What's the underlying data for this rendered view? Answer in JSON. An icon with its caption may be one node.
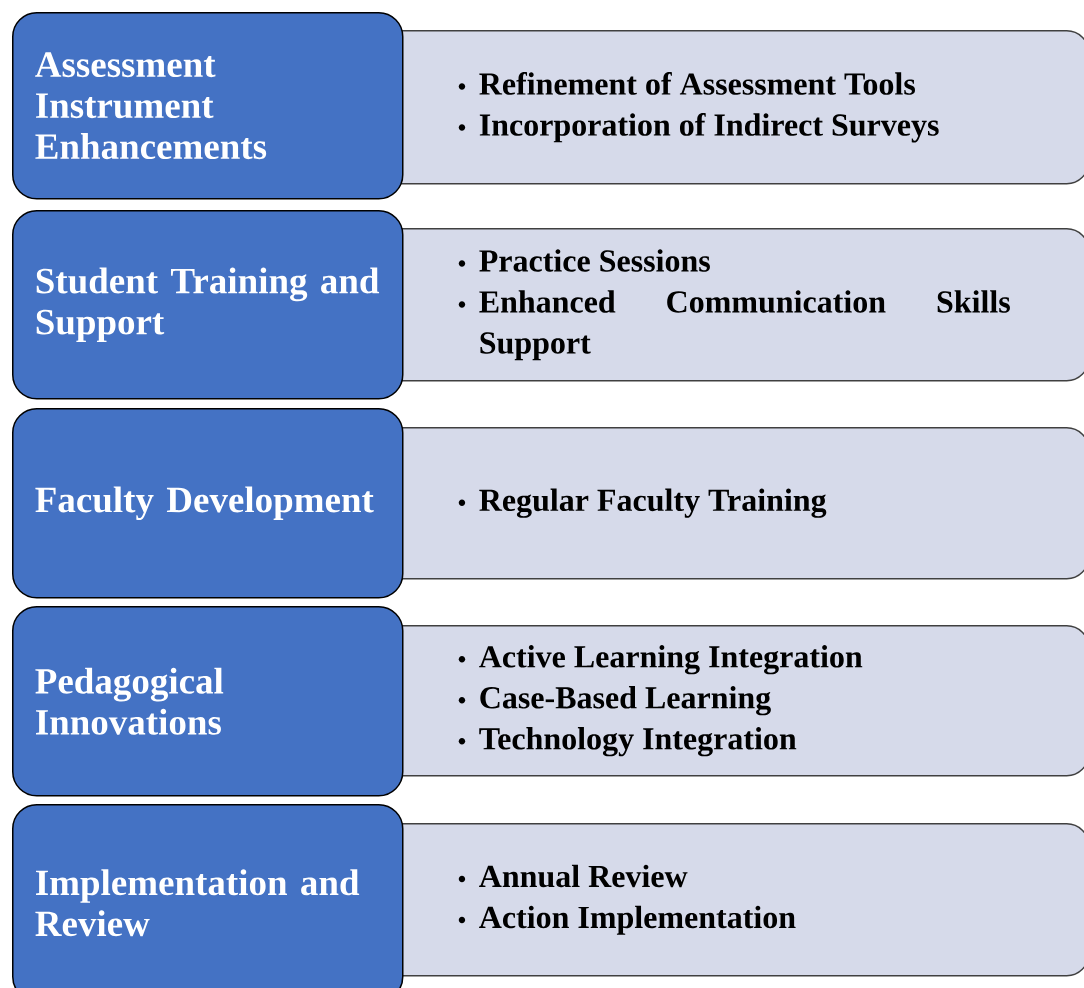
{
  "diagram": {
    "nodes": [
      {
        "text": [
          "Assessment Instrument Enhancements"
        ]
      },
      {
        "text": [
          "Refinement of Assessment Tools",
          "Incorporation of Indirect Surveys"
        ]
      },
      {
        "text": [
          "Student Training and Support"
        ]
      },
      {
        "text": [
          "Practice Sessions",
          "Enhanced Communication Skills Support"
        ]
      },
      {
        "text": [
          "Faculty Development"
        ]
      },
      {
        "text": [
          "Regular Faculty Training"
        ]
      },
      {
        "text": [
          "Pedagogical Innovations"
        ]
      },
      {
        "text": [
          "Active Learning Integration",
          "Case-Based Learning",
          "Technology Integration"
        ]
      },
      {
        "text": [
          "Implementation and Review"
        ]
      },
      {
        "text": [
          "Annual Review",
          "Action Implementation"
        ]
      }
    ]
  }
}
